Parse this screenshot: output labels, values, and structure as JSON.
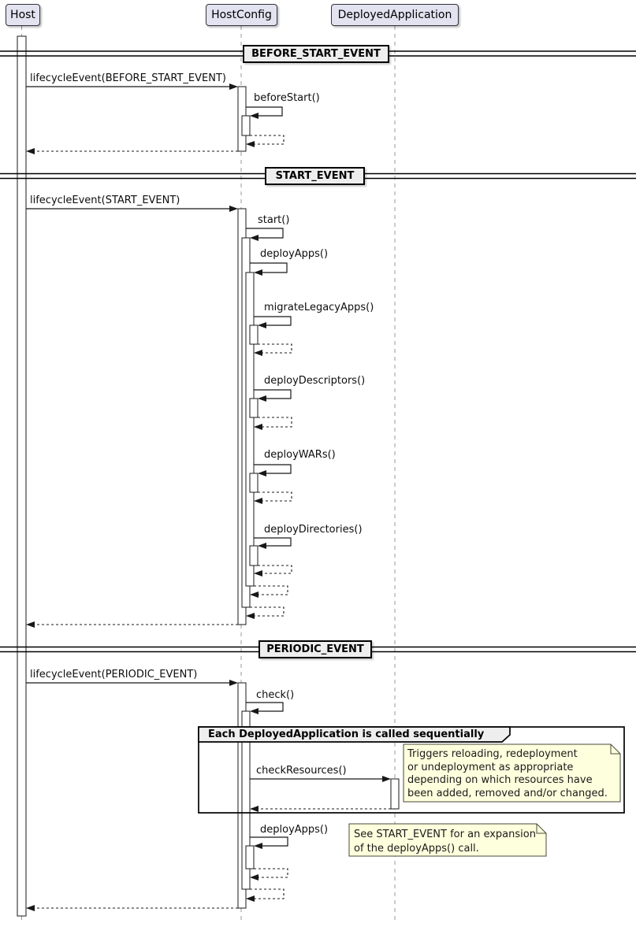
{
  "participants": [
    {
      "label": "Host"
    },
    {
      "label": "HostConfig"
    },
    {
      "label": "DeployedApplication"
    }
  ],
  "dividers": [
    {
      "label": "BEFORE_START_EVENT"
    },
    {
      "label": "START_EVENT"
    },
    {
      "label": "PERIODIC_EVENT"
    }
  ],
  "messages": {
    "lifecycle_before_start": "lifecycleEvent(BEFORE_START_EVENT)",
    "before_start": "beforeStart()",
    "lifecycle_start": "lifecycleEvent(START_EVENT)",
    "start": "start()",
    "deploy_apps_start": "deployApps()",
    "migrate_legacy_apps": "migrateLegacyApps()",
    "deploy_descriptors": "deployDescriptors()",
    "deploy_wars": "deployWARs()",
    "deploy_directories": "deployDirectories()",
    "lifecycle_periodic": "lifecycleEvent(PERIODIC_EVENT)",
    "check": "check()",
    "check_resources": "checkResources()",
    "deploy_apps_periodic": "deployApps()"
  },
  "group": {
    "label": "Each DeployedApplication is called sequentially"
  },
  "notes": [
    {
      "text": "Triggers reloading, redeployment\nor undeployment as appropriate\ndepending on which resources have\nbeen added, removed and/or changed."
    },
    {
      "text": "See START_EVENT for an expansion\nof the deployApps() call."
    }
  ],
  "colors": {
    "participant_fill": "#E2E2F0",
    "note_fill": "#FEFFDD",
    "label_fill": "#EEEEEE",
    "line": "#181818",
    "lifeline": "#999999"
  }
}
